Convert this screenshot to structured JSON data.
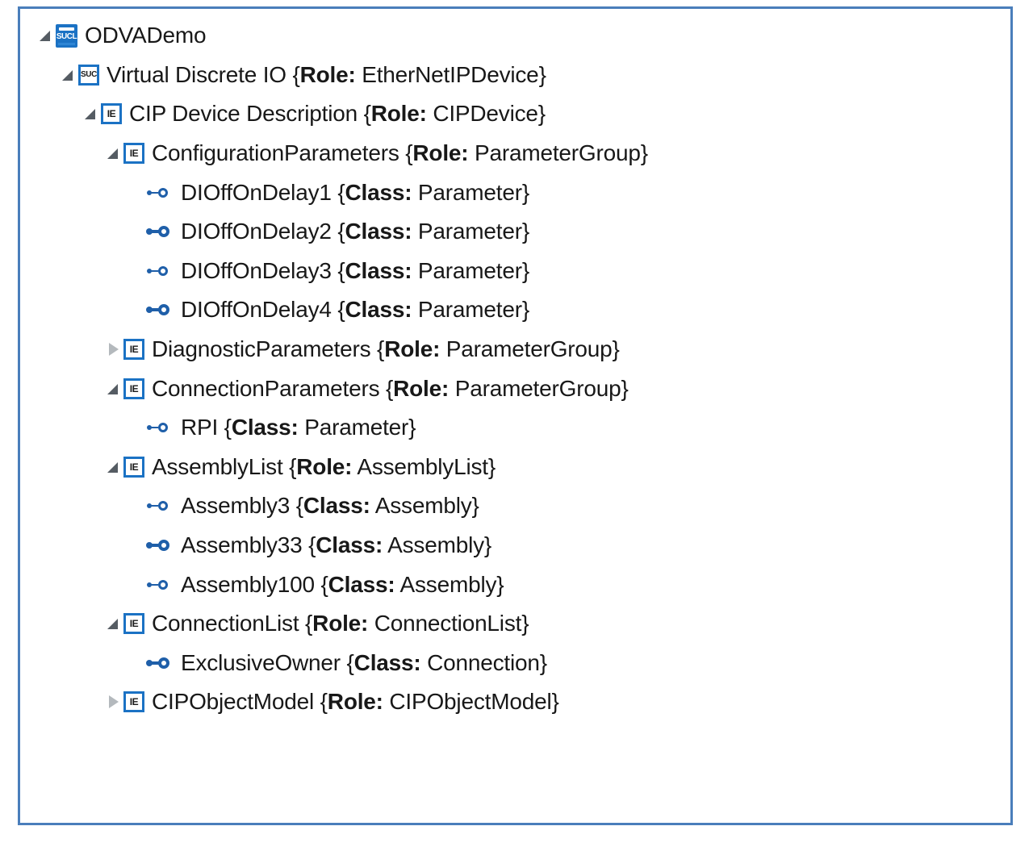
{
  "panel": {
    "name": "automationml-tree-view",
    "border_color": "#4A7EBB",
    "background_color": "#FFFFFF",
    "text_color": "#181818",
    "icon_blue": "#1B72C4",
    "leaf_blue": "#1F5FA9",
    "expander_expanded_color": "#555C63",
    "expander_collapsed_color": "#B4B9BD"
  },
  "tree": {
    "rows": [
      {
        "indent": 0,
        "expander": "expanded",
        "icon": "sucl-filled-icon",
        "icon_text": "SUCL",
        "name": "ODVADemo",
        "attr_key": "",
        "attr_val": "",
        "label": "ODVADemo"
      },
      {
        "indent": 1,
        "expander": "expanded",
        "icon": "suc-box-icon",
        "icon_text": "SUC",
        "name": "Virtual Discrete IO",
        "attr_key": "Role:",
        "attr_val": "EtherNetIPDevice",
        "label": "Virtual Discrete IO {Role: EtherNetIPDevice}"
      },
      {
        "indent": 2,
        "expander": "expanded",
        "icon": "ie-box-icon",
        "icon_text": "IE",
        "name": "CIP Device Description",
        "attr_key": "Role:",
        "attr_val": "CIPDevice",
        "label": "CIP Device Description {Role: CIPDevice}"
      },
      {
        "indent": 3,
        "expander": "expanded",
        "icon": "ie-box-icon",
        "icon_text": "IE",
        "name": "ConfigurationParameters",
        "attr_key": "Role:",
        "attr_val": "ParameterGroup",
        "label": "ConfigurationParameters {Role: ParameterGroup}"
      },
      {
        "indent": 4,
        "expander": "none",
        "icon": "leaf-thin-icon",
        "icon_text": "",
        "name": "DIOffOnDelay1",
        "attr_key": "Class:",
        "attr_val": "Parameter",
        "label": "DIOffOnDelay1 {Class: Parameter }"
      },
      {
        "indent": 4,
        "expander": "none",
        "icon": "leaf-thick-icon",
        "icon_text": "",
        "name": "DIOffOnDelay2",
        "attr_key": "Class:",
        "attr_val": "Parameter",
        "label": "DIOffOnDelay2 {Class: Parameter }"
      },
      {
        "indent": 4,
        "expander": "none",
        "icon": "leaf-thin-icon",
        "icon_text": "",
        "name": "DIOffOnDelay3",
        "attr_key": "Class:",
        "attr_val": "Parameter",
        "label": "DIOffOnDelay3 {Class: Parameter }"
      },
      {
        "indent": 4,
        "expander": "none",
        "icon": "leaf-thick-icon",
        "icon_text": "",
        "name": "DIOffOnDelay4",
        "attr_key": "Class:",
        "attr_val": "Parameter",
        "label": "DIOffOnDelay4 {Class: Parameter }"
      },
      {
        "indent": 3,
        "expander": "collapsed",
        "icon": "ie-box-icon",
        "icon_text": "IE",
        "name": "DiagnosticParameters",
        "attr_key": "Role:",
        "attr_val": "ParameterGroup",
        "label": "DiagnosticParameters { Role: ParameterGroup}"
      },
      {
        "indent": 3,
        "expander": "expanded",
        "icon": "ie-box-icon",
        "icon_text": "IE",
        "name": "ConnectionParameters",
        "attr_key": "Role:",
        "attr_val": "ParameterGroup",
        "label": "ConnectionParameters {Role: ParameterGroup}"
      },
      {
        "indent": 4,
        "expander": "none",
        "icon": "leaf-thin-icon",
        "icon_text": "",
        "name": "RPI",
        "attr_key": "Class:",
        "attr_val": "Parameter",
        "label": "RPI{Class: Parameter }"
      },
      {
        "indent": 3,
        "expander": "expanded",
        "icon": "ie-box-icon",
        "icon_text": "IE",
        "name": "AssemblyList",
        "attr_key": "Role:",
        "attr_val": "AssemblyList",
        "label": "AssemblyList {Role: AssemblyList}"
      },
      {
        "indent": 4,
        "expander": "none",
        "icon": "leaf-thin-icon",
        "icon_text": "",
        "name": "Assembly3",
        "attr_key": "Class:",
        "attr_val": "Assembly",
        "label": "Assembly3 {Class: Assembly }"
      },
      {
        "indent": 4,
        "expander": "none",
        "icon": "leaf-thick-icon",
        "icon_text": "",
        "name": "Assembly33",
        "attr_key": "Class:",
        "attr_val": "Assembly",
        "label": "Assembly33{Class: Assembly }"
      },
      {
        "indent": 4,
        "expander": "none",
        "icon": "leaf-thin-icon",
        "icon_text": "",
        "name": "Assembly100",
        "attr_key": "Class:",
        "attr_val": "Assembly",
        "label": "Assembly100{Class: Assembly }"
      },
      {
        "indent": 3,
        "expander": "expanded",
        "icon": "ie-box-icon",
        "icon_text": "IE",
        "name": "ConnectionList",
        "attr_key": "Role:",
        "attr_val": "ConnectionList",
        "label": "ConnectionList {Role: ConnectionList}"
      },
      {
        "indent": 4,
        "expander": "none",
        "icon": "leaf-thick-icon",
        "icon_text": "",
        "name": "ExclusiveOwner",
        "attr_key": "Class:",
        "attr_val": "Connection",
        "label": "ExclusiveOwner{Class: Connection }"
      },
      {
        "indent": 3,
        "expander": "collapsed",
        "icon": "ie-box-icon",
        "icon_text": "IE",
        "name": "CIPObjectModel",
        "attr_key": "Role:",
        "attr_val": "CIPObjectModel",
        "label": "CIPObjectModel { Role: CIPObjectModel}"
      }
    ]
  }
}
